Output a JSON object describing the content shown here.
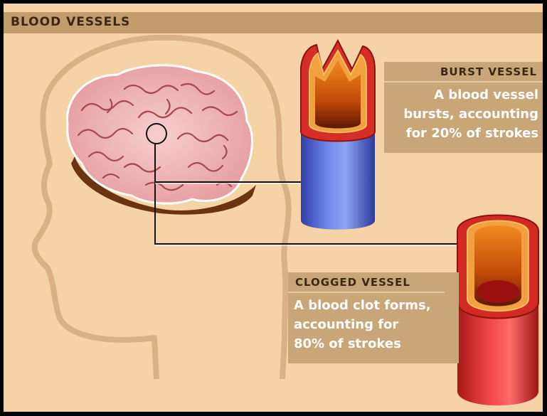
{
  "title": "BLOOD VESSELS",
  "burst": {
    "heading": "BURST VESSEL",
    "lines": [
      "A blood vessel",
      "bursts, accounting",
      "for 20% of strokes"
    ]
  },
  "clogged": {
    "heading": "CLOGGED VESSEL",
    "lines": [
      "A blood clot forms,",
      "accounting for",
      "80% of strokes"
    ]
  },
  "colors": {
    "background": "#f5d3a7",
    "title_bar": "#c39c6c",
    "panel": "#c9a678",
    "head_outline": "#d4ad7e",
    "brain": "#f0b8b4",
    "vessel_blue": "#5a73dd",
    "vessel_red": "#e23a3a",
    "vessel_inner": "#e06a10"
  }
}
